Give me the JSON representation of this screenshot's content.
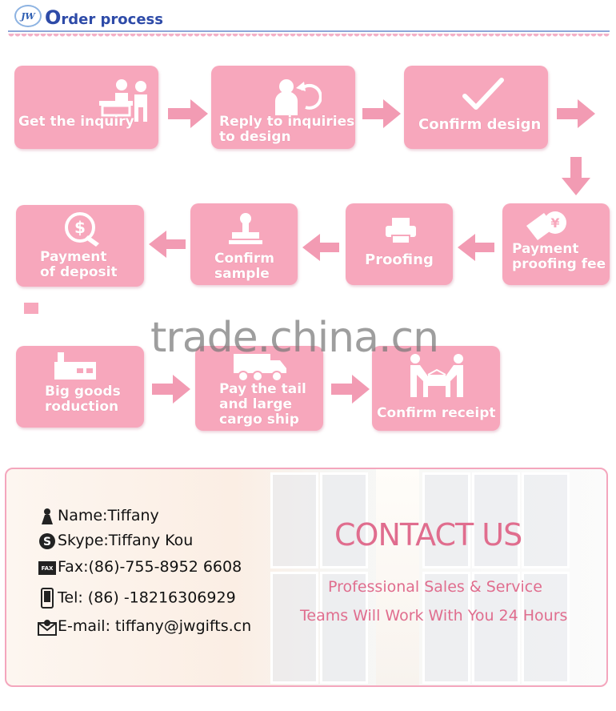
{
  "header": {
    "logo_text": "JW",
    "title_first": "O",
    "title_rest": "rder process"
  },
  "steps": [
    {
      "label": "Get the inquiry",
      "icon": "reception-desk-icon"
    },
    {
      "label": "Reply to inquiries\nto design",
      "icon": "reply-person-icon"
    },
    {
      "label": "Confirm design",
      "icon": "checkmark-icon"
    },
    {
      "label": "Payment\nproofing fee",
      "icon": "yen-payment-icon"
    },
    {
      "label": "Proofing",
      "icon": "printer-icon"
    },
    {
      "label": "Confirm\nsample",
      "icon": "stamp-icon"
    },
    {
      "label": "Payment\nof deposit",
      "icon": "dollar-coin-icon"
    },
    {
      "label": "Big goods\nroduction",
      "icon": "factory-icon"
    },
    {
      "label": "Pay the tail\nand large\ncargo ship",
      "icon": "truck-icon"
    },
    {
      "label": "Confirm receipt",
      "icon": "receive-box-icon"
    }
  ],
  "watermark": "trade.china.cn",
  "contact": {
    "name": "Name:Tiffany",
    "skype": "Skype:Tiffany Kou",
    "fax": "Fax:(86)-755-8952 6608",
    "tel": "Tel: (86) -18216306929",
    "email": "E-mail: tiffany@jwgifts.cn",
    "fax_icon_text": "FAX",
    "title": "CONTACT US",
    "subtitle_1": "Professional Sales & Service",
    "subtitle_2": "Teams Will Work With You 24 Hours"
  },
  "colors": {
    "step_pink": "#f7a7bc",
    "arrow_pink": "#f29bb3",
    "accent_pink": "#e06d8e",
    "title_blue": "#2e4ba8"
  }
}
